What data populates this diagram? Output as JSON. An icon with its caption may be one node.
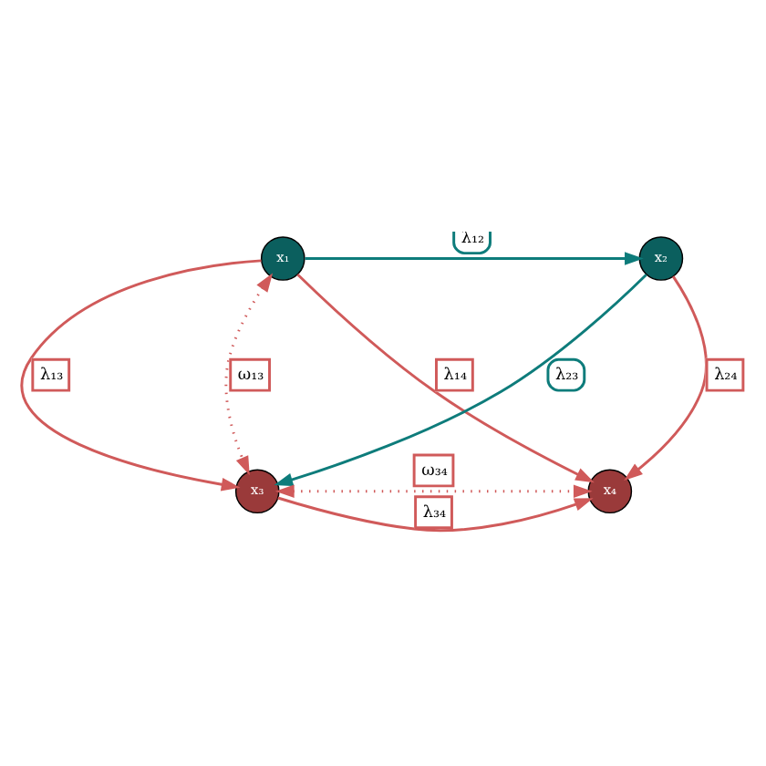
{
  "diagram": {
    "nodes": [
      {
        "text": [
          "x₁"
        ]
      },
      {
        "text": [
          "x₂"
        ]
      },
      {
        "text": [
          "x₃"
        ]
      },
      {
        "text": [
          "x₄"
        ]
      }
    ],
    "edges": [
      {
        "from": 0,
        "to": 1,
        "arrow": "to",
        "label": "λ₁₂",
        "color": "#0e7c7b"
      },
      {
        "from": 0,
        "to": 3,
        "arrow": "to",
        "label": "λ₁₄"
      },
      {
        "from": 1,
        "to": 2,
        "arrow": "to",
        "label": "λ₂₃",
        "color": "#0e7c7b"
      },
      {
        "from": 0,
        "to": 2,
        "arrow": "to",
        "label": "λ₁₃"
      },
      {
        "from": 1,
        "to": 3,
        "arrow": "to",
        "label": "λ₂₄"
      },
      {
        "from": 2,
        "to": 3,
        "arrow": "to",
        "label": "λ₃₄"
      },
      {
        "from": 0,
        "to": 2,
        "arrow": "both",
        "label": "ω₁₃",
        "style": "dashed"
      },
      {
        "from": 2,
        "to": 3,
        "arrow": "both",
        "label": "ω₃₄",
        "style": "dashed"
      }
    ]
  }
}
